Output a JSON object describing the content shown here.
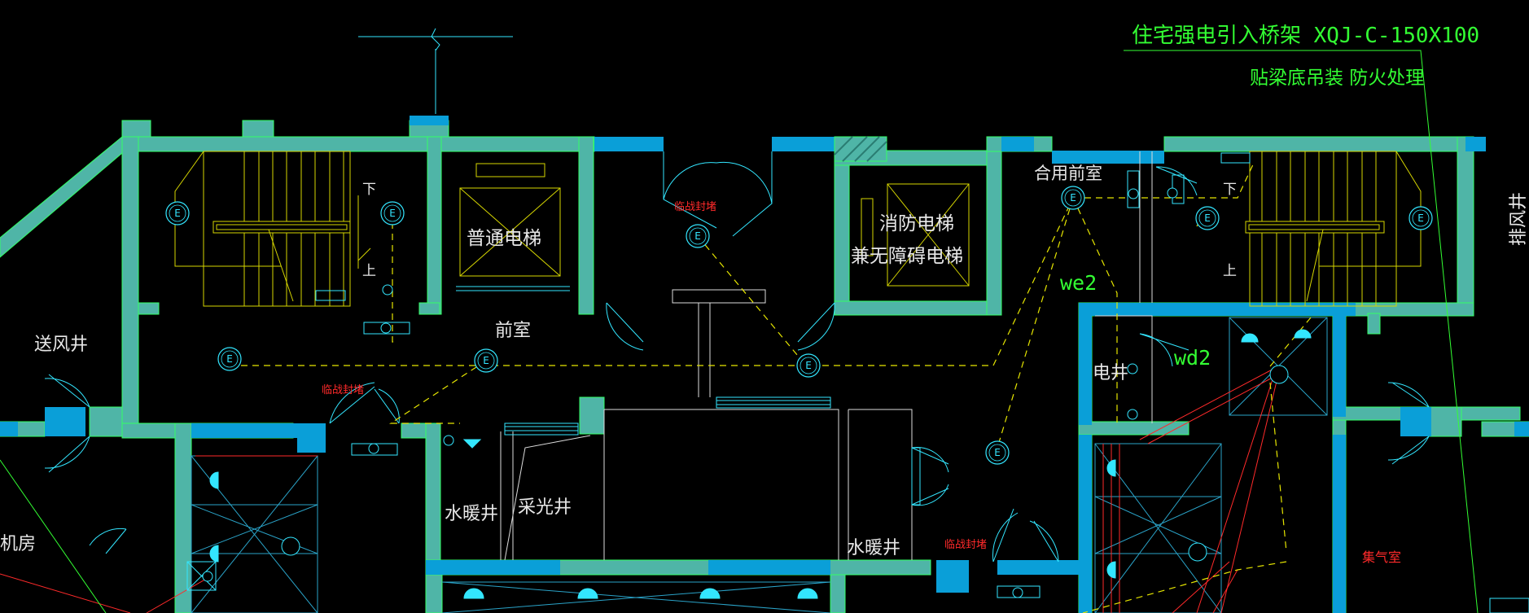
{
  "labels": {
    "tray_title": "住宅强电引入桥架  XQJ-C-150X100",
    "tray_note": "贴梁底吊装 防火处理",
    "supply_shaft": "送风井",
    "exhaust_shaft": "排风井",
    "machine_room": "机房",
    "normal_elevator": "普通电梯",
    "fire_elevator": "消防电梯",
    "accessible_elevator": "兼无障碍电梯",
    "lobby": "前室",
    "shared_lobby": "合用前室",
    "electric_shaft": "电井",
    "water_shaft_1": "水暖井",
    "water_shaft_2": "水暖井",
    "light_well": "采光井",
    "gas_room": "集气室",
    "temp_seal_1": "临战封堵",
    "temp_seal_2": "临战封堵",
    "temp_seal_3": "临战封堵",
    "up_1": "上",
    "down_1": "下",
    "up_2": "上",
    "down_2": "下",
    "circuit_we2": "we2",
    "circuit_wd2": "wd2",
    "emergency_lamp": "E"
  },
  "colors": {
    "background": "#000000",
    "wall_fill": "#4fb5a7",
    "wall_edge": "#33ff66",
    "blue_wall": "#0a9fd8",
    "stair_yellow": "#d6d600",
    "cyan": "#33e6ff",
    "dashed_yellow": "#e6e600",
    "red": "#ff2a2a",
    "green_text": "#33ff33",
    "door_line": "#33e6ff"
  },
  "lamp_icon": "circle-e-icon"
}
